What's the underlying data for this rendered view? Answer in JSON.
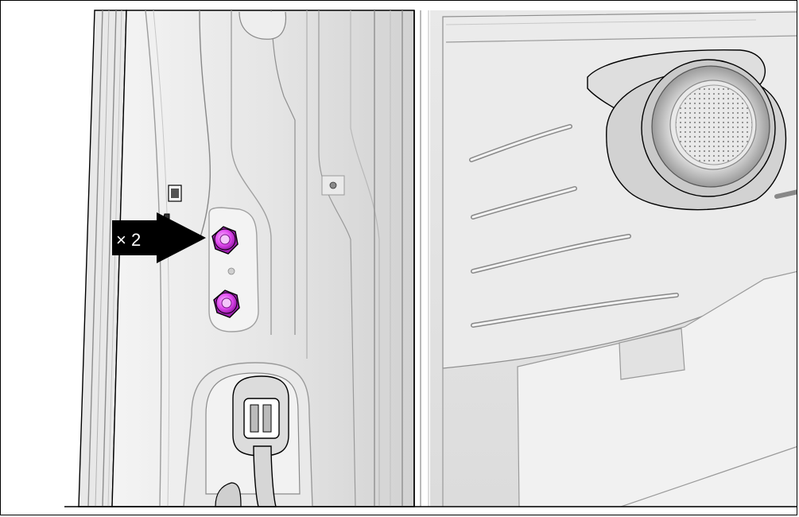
{
  "callout": {
    "quantity_label": "× 2"
  },
  "colors": {
    "highlight_fastener": "#e14bf0",
    "panel_light": "#ececec",
    "panel_mid": "#d8d8d8",
    "panel_shadow": "#a9a9a9",
    "outline": "#000000",
    "arrow": "#000000"
  },
  "parts": [
    {
      "name": "door-inner-panel",
      "highlighted": false
    },
    {
      "name": "pillar-trim-bracket",
      "highlighted": false
    },
    {
      "name": "nut-upper",
      "highlighted": true
    },
    {
      "name": "nut-lower",
      "highlighted": true
    },
    {
      "name": "electrical-connector",
      "highlighted": false
    },
    {
      "name": "speaker",
      "highlighted": false
    },
    {
      "name": "weather-strip",
      "highlighted": false
    }
  ]
}
